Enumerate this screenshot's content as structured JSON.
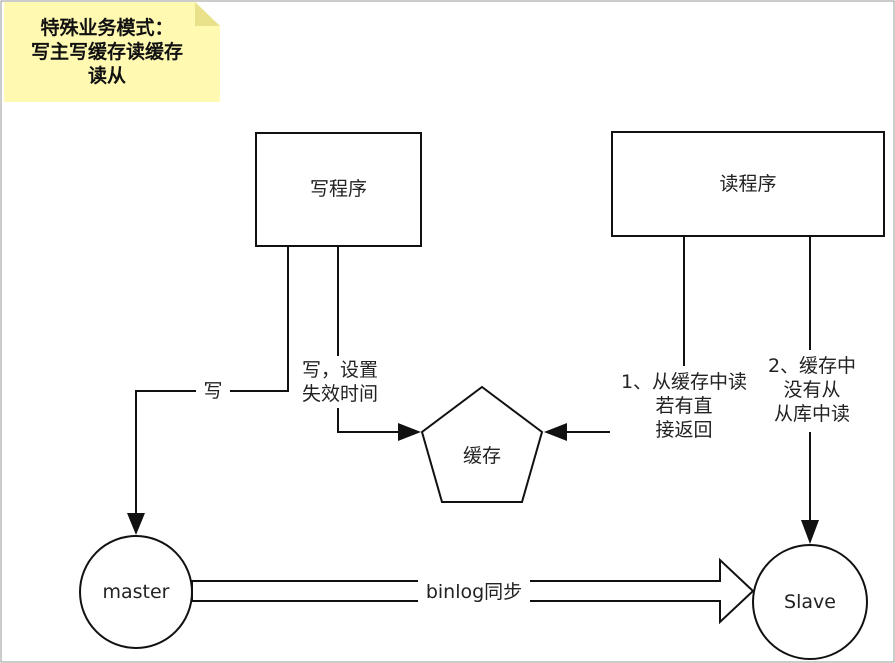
{
  "note": {
    "text": "特殊业务模式：\n写主写缓存读缓存\n读从",
    "fill": "#fff9b1",
    "fold": "#e9e28a"
  },
  "nodes": {
    "write_program": "写程序",
    "read_program": "读程序",
    "cache": "缓存",
    "master": "master",
    "slave": "Slave"
  },
  "edges": {
    "write_master": "写",
    "write_cache": "写，设置\n失效时间",
    "read_cache": "1、从缓存中读\n若有直\n接返回",
    "read_slave": "2、缓存中\n没有从\n从库中读",
    "binlog": "binlog同步"
  }
}
